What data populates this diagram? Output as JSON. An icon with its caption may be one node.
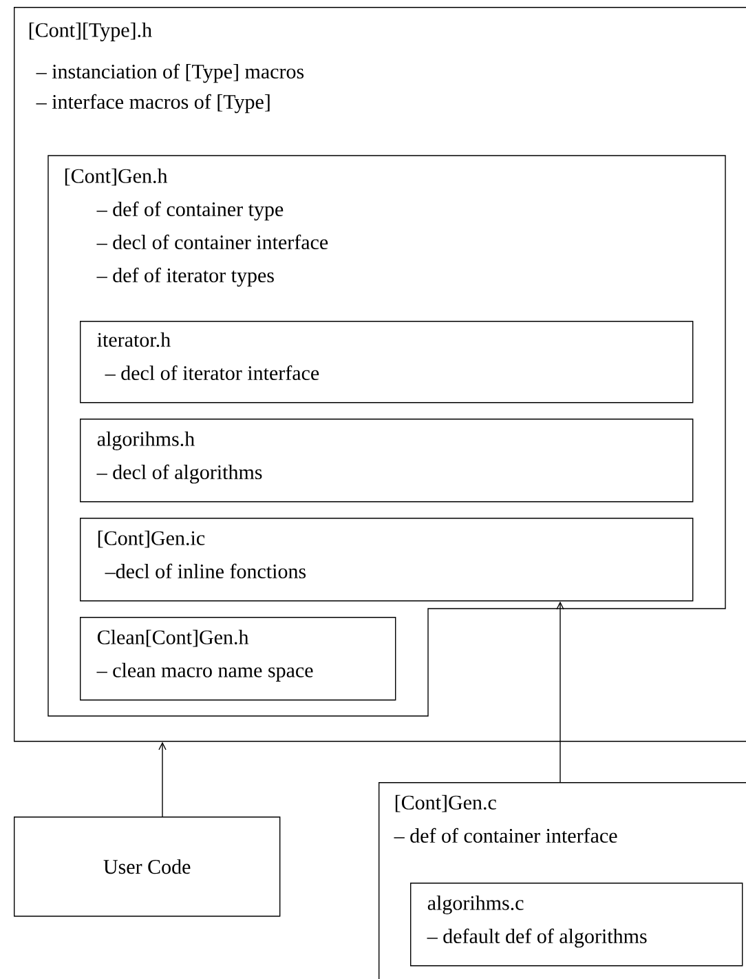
{
  "diagram": {
    "nodes": [
      {
        "text": [
          "[Cont][Type].h",
          "– instanciation of [Type] macros",
          "– interface macros of [Type]"
        ]
      },
      {
        "text": [
          "[Cont]Gen.h",
          "– def of container type",
          "– decl of container interface",
          "– def of iterator types"
        ],
        "in": 0
      },
      {
        "text": [
          "iterator.h",
          "– decl of iterator interface"
        ],
        "in": 1
      },
      {
        "text": [
          "algorihms.h",
          "– decl of algorithms"
        ],
        "in": 1
      },
      {
        "text": [
          "[Cont]Gen.ic",
          "–decl of inline fonctions"
        ],
        "in": 1
      },
      {
        "text": [
          "Clean[Cont]Gen.h",
          "– clean macro name space"
        ],
        "in": 1
      },
      {
        "text": [
          "User Code"
        ]
      },
      {
        "text": [
          "[Cont]Gen.c",
          "– def of container interface"
        ]
      },
      {
        "text": [
          "algorihms.c",
          "– default def of algorithms"
        ],
        "in": 7
      }
    ],
    "edges": [
      {
        "from": 6,
        "to": 0,
        "arrow": "to"
      },
      {
        "from": 7,
        "to": 4,
        "arrow": "to"
      }
    ]
  }
}
